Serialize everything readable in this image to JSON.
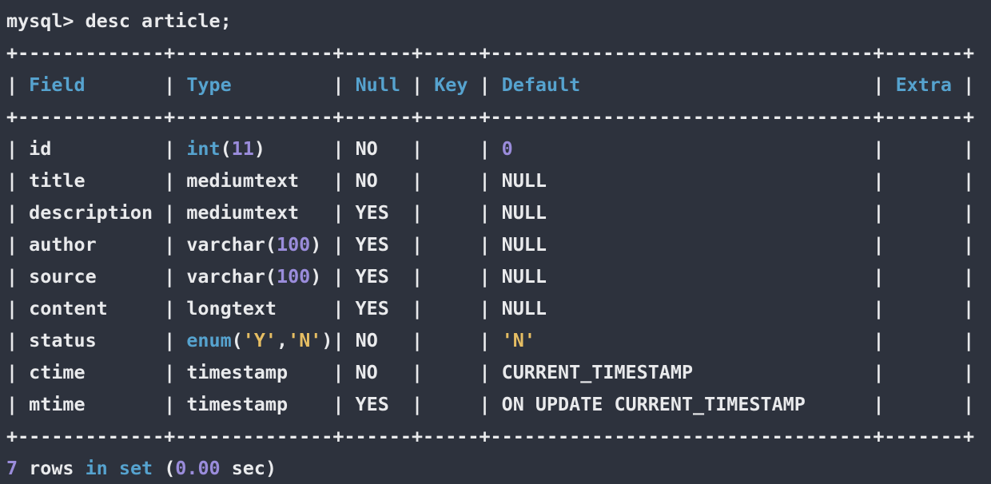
{
  "terminal": {
    "background": "#2d323d",
    "colors": {
      "text": "#e9eaec",
      "keyword": "#56a3cf",
      "number": "#9a8cdb",
      "string": "#e6be63"
    },
    "prompt": "mysql> desc article;",
    "status_line": "7 rows in set (0.00 sec)",
    "table": {
      "columns": [
        "Field",
        "Type",
        "Null",
        "Key",
        "Default",
        "Extra"
      ],
      "rows": [
        [
          "id",
          "int(11)",
          "NO",
          "",
          "0",
          ""
        ],
        [
          "title",
          "mediumtext",
          "NO",
          "",
          "NULL",
          ""
        ],
        [
          "description",
          "mediumtext",
          "YES",
          "",
          "NULL",
          ""
        ],
        [
          "author",
          "varchar(100)",
          "YES",
          "",
          "NULL",
          ""
        ],
        [
          "source",
          "varchar(100)",
          "YES",
          "",
          "NULL",
          ""
        ],
        [
          "content",
          "longtext",
          "YES",
          "",
          "NULL",
          ""
        ],
        [
          "status",
          "enum('Y','N')",
          "NO",
          "",
          "'N'",
          ""
        ],
        [
          "ctime",
          "timestamp",
          "NO",
          "",
          "CURRENT_TIMESTAMP",
          ""
        ],
        [
          "mtime",
          "timestamp",
          "YES",
          "",
          "ON UPDATE CURRENT_TIMESTAMP",
          ""
        ]
      ]
    },
    "lines": [
      {
        "name": "prompt-line",
        "spans": [
          {
            "t": "mysql> desc article;",
            "c": "text"
          }
        ]
      },
      {
        "name": "table-border-top",
        "spans": [
          {
            "t": "+-------------+--------------+------+-----+----------------------------------+-------+",
            "c": "text"
          }
        ]
      },
      {
        "name": "table-header-row",
        "spans": [
          {
            "t": "| ",
            "c": "text"
          },
          {
            "t": "Field",
            "c": "keyword"
          },
          {
            "t": "       | ",
            "c": "text"
          },
          {
            "t": "Type",
            "c": "keyword"
          },
          {
            "t": "         | ",
            "c": "text"
          },
          {
            "t": "Null",
            "c": "keyword"
          },
          {
            "t": " | ",
            "c": "text"
          },
          {
            "t": "Key",
            "c": "keyword"
          },
          {
            "t": " | ",
            "c": "text"
          },
          {
            "t": "Default",
            "c": "keyword"
          },
          {
            "t": "                          | ",
            "c": "text"
          },
          {
            "t": "Extra",
            "c": "keyword"
          },
          {
            "t": " |",
            "c": "text"
          }
        ]
      },
      {
        "name": "table-border-header",
        "spans": [
          {
            "t": "+-------------+--------------+------+-----+----------------------------------+-------+",
            "c": "text"
          }
        ]
      },
      {
        "name": "table-row-id",
        "spans": [
          {
            "t": "| id          | ",
            "c": "text"
          },
          {
            "t": "int",
            "c": "keyword"
          },
          {
            "t": "(",
            "c": "text"
          },
          {
            "t": "11",
            "c": "number"
          },
          {
            "t": ")",
            "c": "text"
          },
          {
            "t": "      | NO   |     | ",
            "c": "text"
          },
          {
            "t": "0",
            "c": "number"
          },
          {
            "t": "                                |       |",
            "c": "text"
          }
        ]
      },
      {
        "name": "table-row-title",
        "spans": [
          {
            "t": "| title       | mediumtext   | NO   |     | NULL                             |       |",
            "c": "text"
          }
        ]
      },
      {
        "name": "table-row-description",
        "spans": [
          {
            "t": "| description | mediumtext   | YES  |     | NULL                             |       |",
            "c": "text"
          }
        ]
      },
      {
        "name": "table-row-author",
        "spans": [
          {
            "t": "| author      | varchar(",
            "c": "text"
          },
          {
            "t": "100",
            "c": "number"
          },
          {
            "t": ") | YES  |     | NULL                             |       |",
            "c": "text"
          }
        ]
      },
      {
        "name": "table-row-source",
        "spans": [
          {
            "t": "| source      | varchar(",
            "c": "text"
          },
          {
            "t": "100",
            "c": "number"
          },
          {
            "t": ") | YES  |     | NULL                             |       |",
            "c": "text"
          }
        ]
      },
      {
        "name": "table-row-content",
        "spans": [
          {
            "t": "| content     | longtext     | YES  |     | NULL                             |       |",
            "c": "text"
          }
        ]
      },
      {
        "name": "table-row-status",
        "spans": [
          {
            "t": "| status      | ",
            "c": "text"
          },
          {
            "t": "enum",
            "c": "keyword"
          },
          {
            "t": "(",
            "c": "text"
          },
          {
            "t": "'Y'",
            "c": "string"
          },
          {
            "t": ",",
            "c": "text"
          },
          {
            "t": "'N'",
            "c": "string"
          },
          {
            "t": ")| NO   |     | ",
            "c": "text"
          },
          {
            "t": "'N'",
            "c": "string"
          },
          {
            "t": "                              |       |",
            "c": "text"
          }
        ]
      },
      {
        "name": "table-row-ctime",
        "spans": [
          {
            "t": "| ctime       | timestamp    | NO   |     | CURRENT_TIMESTAMP                |       |",
            "c": "text"
          }
        ]
      },
      {
        "name": "table-row-mtime",
        "spans": [
          {
            "t": "| mtime       | timestamp    | YES  |     | ON UPDATE CURRENT_TIMESTAMP      |       |",
            "c": "text"
          }
        ]
      },
      {
        "name": "table-border-bottom",
        "spans": [
          {
            "t": "+-------------+--------------+------+-----+----------------------------------+-------+",
            "c": "text"
          }
        ]
      },
      {
        "name": "result-summary-line",
        "spans": [
          {
            "t": "7",
            "c": "number"
          },
          {
            "t": " rows ",
            "c": "text"
          },
          {
            "t": "in",
            "c": "keyword"
          },
          {
            "t": " ",
            "c": "text"
          },
          {
            "t": "set",
            "c": "keyword"
          },
          {
            "t": " (",
            "c": "text"
          },
          {
            "t": "0.00",
            "c": "number"
          },
          {
            "t": " sec)",
            "c": "text"
          }
        ]
      }
    ]
  }
}
